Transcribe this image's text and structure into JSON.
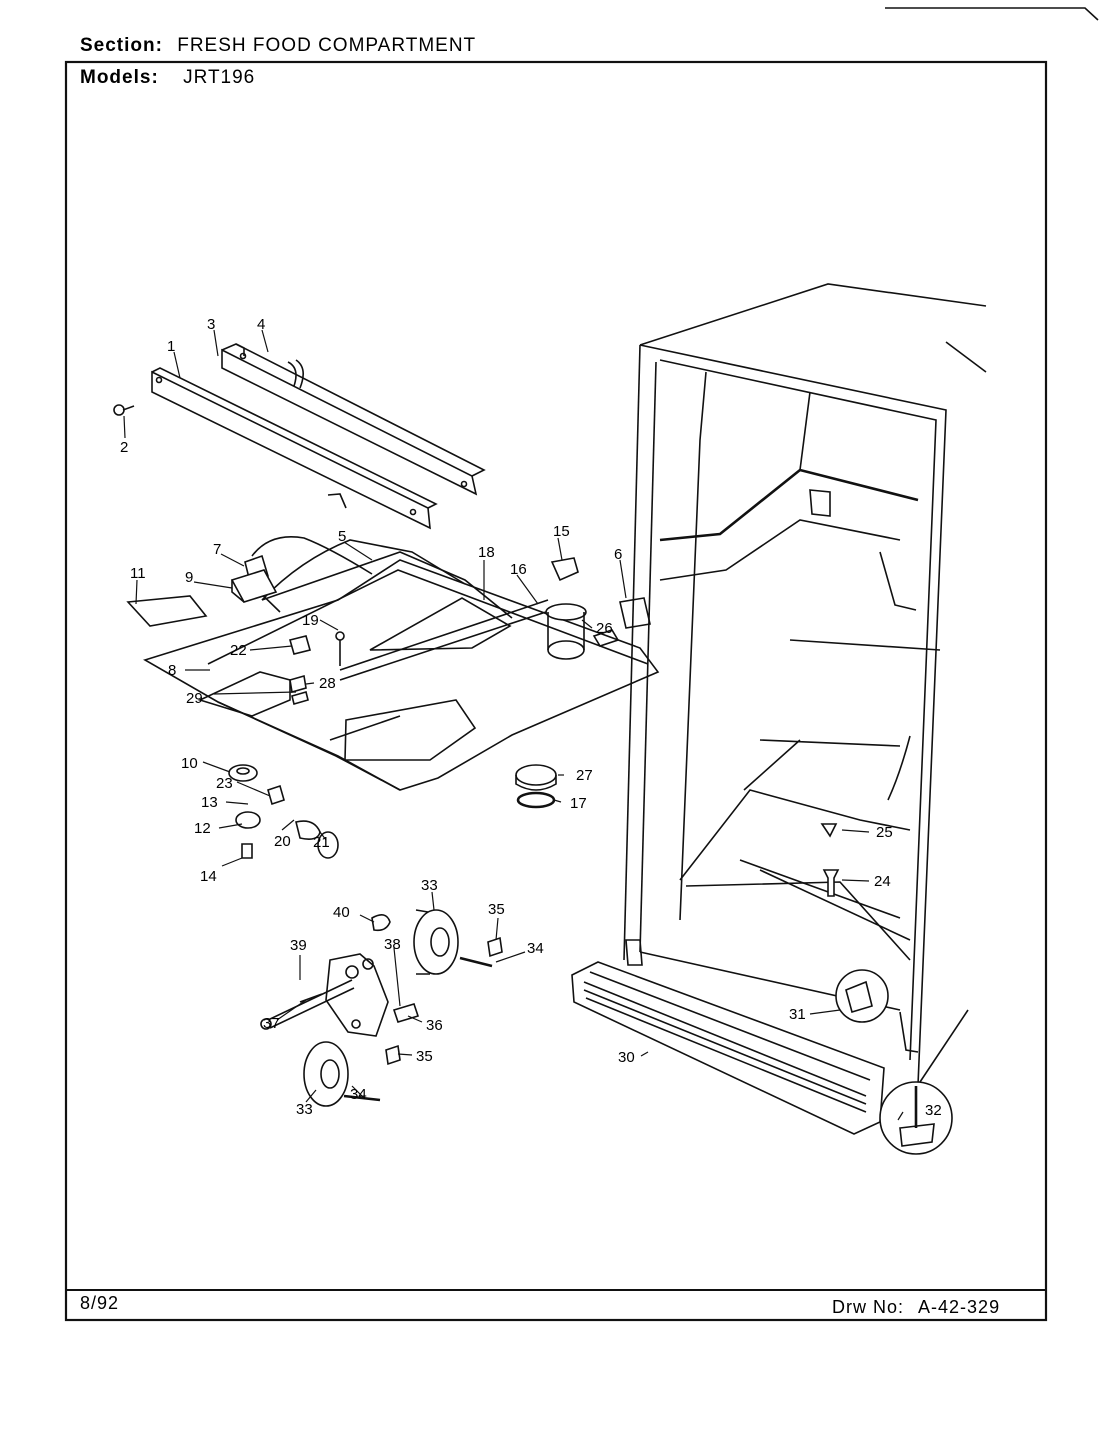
{
  "header": {
    "section_label": "Section:",
    "section_value": "FRESH FOOD COMPARTMENT",
    "models_label": "Models:",
    "models_value": "JRT196"
  },
  "footer": {
    "date": "8/92",
    "drawing_label": "Drw No:",
    "drawing_number": "A-42-329"
  },
  "callouts": {
    "c1": "1",
    "c2": "2",
    "c3": "3",
    "c4": "4",
    "c5": "5",
    "c6": "6",
    "c7": "7",
    "c8": "8",
    "c9": "9",
    "c10": "10",
    "c11": "11",
    "c12": "12",
    "c13": "13",
    "c14": "14",
    "c15": "15",
    "c16": "16",
    "c17": "17",
    "c18": "18",
    "c19": "19",
    "c20": "20",
    "c21": "21",
    "c22": "22",
    "c23": "23",
    "c24": "24",
    "c25": "25",
    "c26": "26",
    "c27": "27",
    "c28": "28",
    "c29": "29",
    "c30": "30",
    "c31": "31",
    "c32": "32",
    "c33a": "33",
    "c33b": "33",
    "c34a": "34",
    "c34b": "34",
    "c35a": "35",
    "c35b": "35",
    "c36": "36",
    "c37": "37",
    "c38": "38",
    "c39": "39",
    "c40": "40"
  }
}
